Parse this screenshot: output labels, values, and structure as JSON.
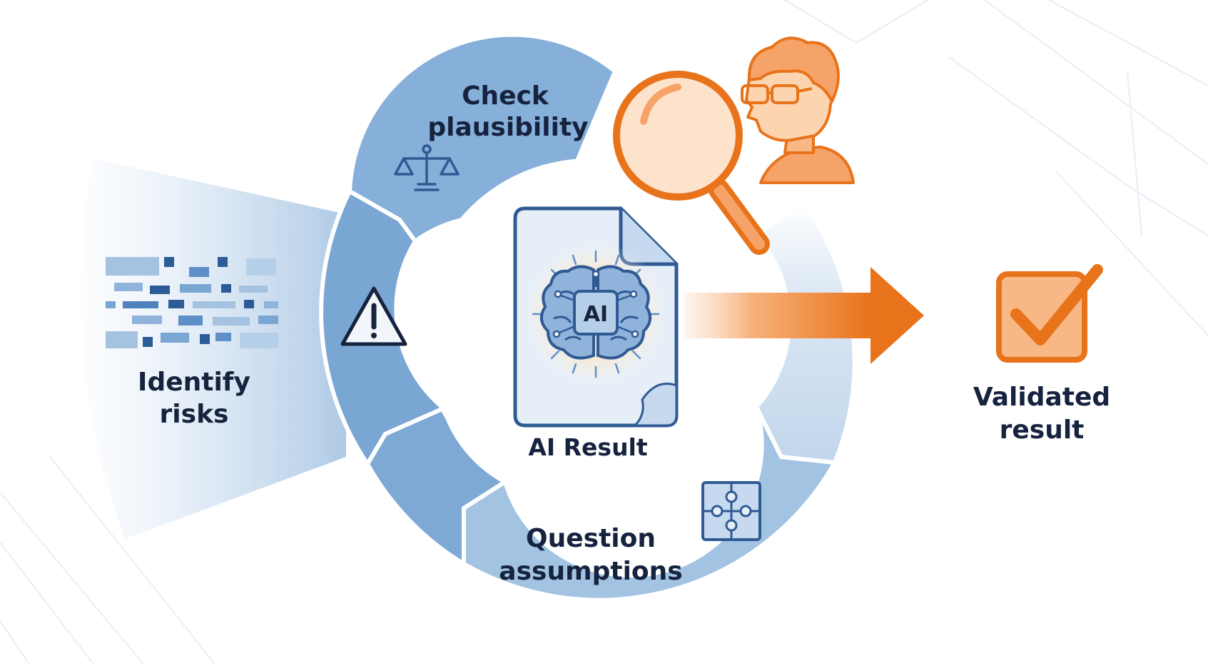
{
  "diagram": {
    "center_label": "AI Result",
    "ai_badge": "AI",
    "steps": [
      {
        "line1": "Check",
        "line2": "plausibility",
        "icon": "scales-icon"
      },
      {
        "line1": "Identify",
        "line2": "risks",
        "icon": "warning-icon"
      },
      {
        "line1": "Question",
        "line2": "assumptions",
        "icon": "puzzle-icon"
      }
    ],
    "outcome": {
      "line1": "Validated",
      "line2": "result",
      "icon": "checkbox-check-icon"
    },
    "reviewer_icon": "person-with-glasses-icon",
    "inspect_icon": "magnifying-glass-icon",
    "colors": {
      "ring_dark": "#7aa6d3",
      "ring_mid": "#98bce0",
      "ring_light": "#c7daee",
      "outline_blue": "#2f5a93",
      "accent_orange": "#e8731a",
      "orange_fill": "#f6a36a",
      "text_dark": "#16233f"
    }
  }
}
